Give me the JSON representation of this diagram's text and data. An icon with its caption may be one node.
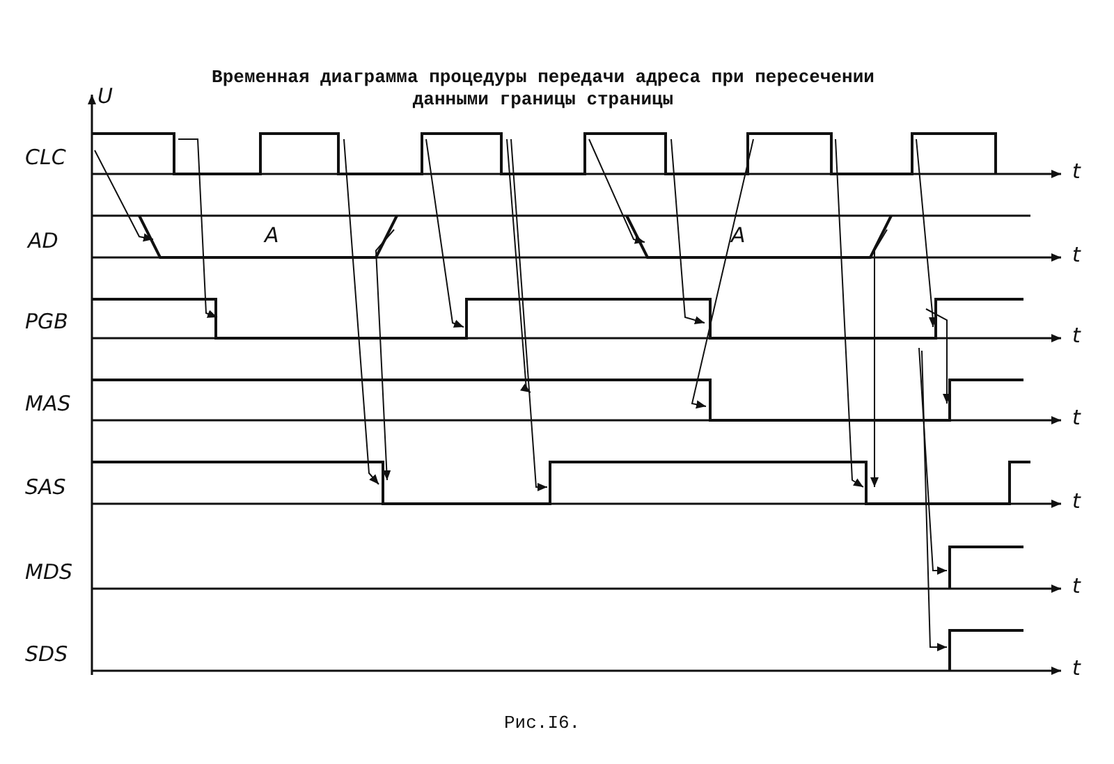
{
  "diagram": {
    "title": "Временная диаграмма процедуры передачи адреса при пересечении данными границы страницы",
    "caption": "Рис.I6.",
    "labels": [
      "U",
      "CLC",
      "t",
      "AD",
      "A",
      "A",
      "t",
      "PGB",
      "t",
      "MAS",
      "t",
      "SAS",
      "t",
      "MDS",
      "t",
      "SDS",
      "t"
    ]
  }
}
